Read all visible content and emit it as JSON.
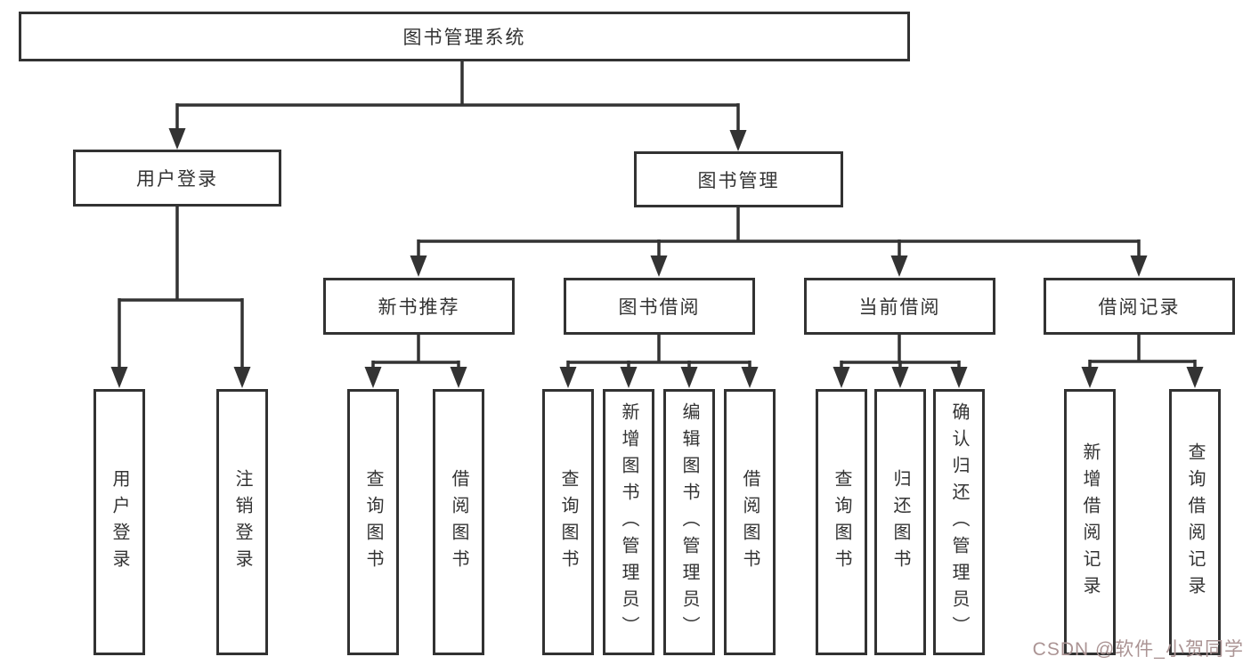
{
  "colors": {
    "line": "#333333",
    "box_border": "#323232",
    "text": "#333333",
    "background": "#ffffff",
    "watermark": "#ab9494"
  },
  "watermark": {
    "text": "CSDN @软件_小贺同学"
  },
  "tree": {
    "root": {
      "label": "图书管理系统"
    },
    "branches": [
      {
        "label": "用户登录",
        "children": [
          {
            "label": "用户登录"
          },
          {
            "label": "注销登录"
          }
        ]
      },
      {
        "label": "图书管理",
        "children": [
          {
            "label": "新书推荐",
            "children": [
              {
                "label": "查询图书"
              },
              {
                "label": "借阅图书"
              }
            ]
          },
          {
            "label": "图书借阅",
            "children": [
              {
                "label": "查询图书"
              },
              {
                "label": "新增图书（管理员）"
              },
              {
                "label": "编辑图书（管理员）"
              },
              {
                "label": "借阅图书"
              }
            ]
          },
          {
            "label": "当前借阅",
            "children": [
              {
                "label": "查询图书"
              },
              {
                "label": "归还图书"
              },
              {
                "label": "确认归还（管理员）"
              }
            ]
          },
          {
            "label": "借阅记录",
            "children": [
              {
                "label": "新增借阅记录"
              },
              {
                "label": "查询借阅记录"
              }
            ]
          }
        ]
      }
    ]
  }
}
